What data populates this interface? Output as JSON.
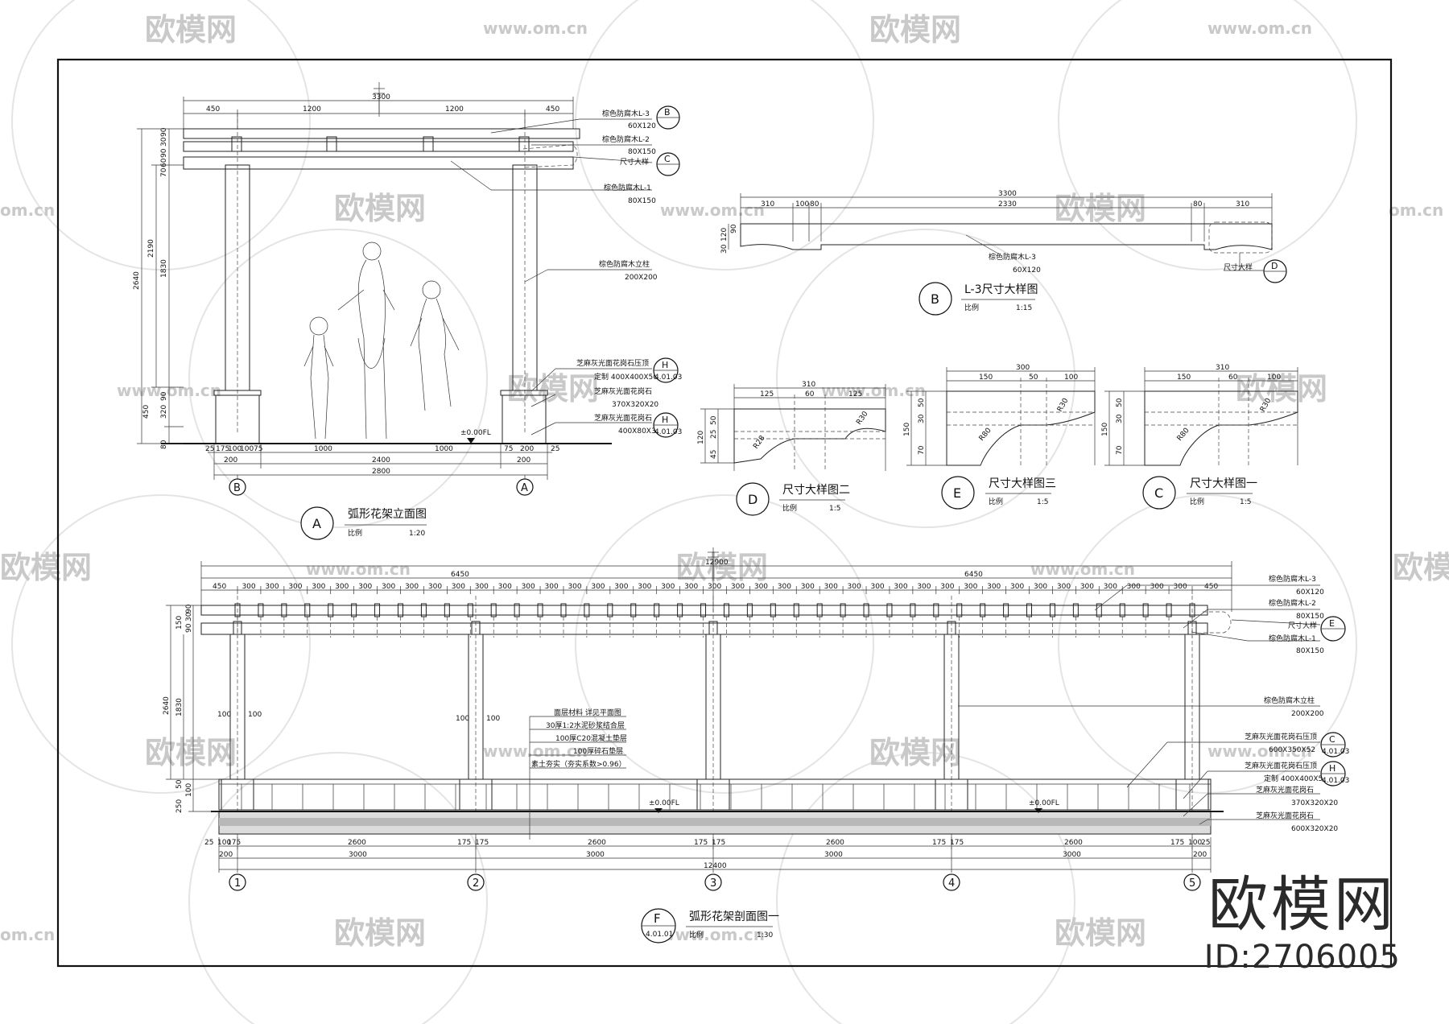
{
  "watermarks": {
    "brand": "欧模网",
    "url": "www.om.cn",
    "url_short": "om.cn"
  },
  "brand_mark": {
    "name": "欧模网",
    "id": "ID:2706005"
  },
  "view_a": {
    "tag": "A",
    "title": "弧形花架立面图",
    "scale_label": "比例",
    "scale": "1:20",
    "dims_top_total": "3300",
    "dims_top": [
      "450",
      "1200",
      "1200",
      "450"
    ],
    "dims_left": [
      "2640",
      "2190",
      "1830",
      "450",
      "320",
      "80"
    ],
    "dims_left_small": [
      "90",
      "30",
      "90",
      "60",
      "70",
      "90"
    ],
    "dims_bottom_detail": [
      "25",
      "175",
      "100",
      "100",
      "75",
      "1000",
      "1000",
      "75",
      "200",
      "25"
    ],
    "dims_bottom_mid": [
      "200",
      "2400",
      "200"
    ],
    "dims_bottom_total": "2800",
    "axis_left": "B",
    "axis_right": "A",
    "level": "±0.00FL",
    "labels": [
      {
        "text": "棕色防腐木L-3",
        "sub": "60X120",
        "tag": "B"
      },
      {
        "text": "棕色防腐木L-2",
        "sub": "80X150"
      },
      {
        "text": "尺寸大样",
        "sub": "",
        "tag": "C"
      },
      {
        "text": "棕色防腐木L-1",
        "sub": "80X150"
      },
      {
        "text": "棕色防腐木立柱",
        "sub": "200X200"
      },
      {
        "text": "芝麻灰光面花岗石压顶",
        "sub": "定制 400X400X50",
        "tag": "H",
        "ref": "4.01.03"
      },
      {
        "text": "芝麻灰光面花岗石",
        "sub": "370X320X20"
      },
      {
        "text": "芝麻灰光面花岗石",
        "sub": "400X80X35",
        "tag": "H",
        "ref": "4.01.03"
      }
    ]
  },
  "view_b": {
    "tag": "B",
    "title": "L-3尺寸大样图",
    "scale_label": "比例",
    "scale": "1:15",
    "dims_top_total": "3300",
    "dims_top": [
      "310",
      "100",
      "80",
      "2330",
      "80",
      "310"
    ],
    "dims_left": [
      "120",
      "30",
      "90"
    ],
    "labels": [
      {
        "text": "棕色防腐木L-3",
        "sub": "60X120"
      },
      {
        "text": "尺寸大样",
        "tag": "D"
      }
    ]
  },
  "view_d": {
    "tag": "D",
    "title": "尺寸大样图二",
    "scale_label": "比例",
    "scale": "1:5",
    "dims_top_total": "310",
    "dims_top": [
      "125",
      "60",
      "125"
    ],
    "dims_left": [
      "120",
      "50",
      "25",
      "45"
    ],
    "radii": [
      "R28",
      "R30"
    ]
  },
  "view_e": {
    "tag": "E",
    "title": "尺寸大样图三",
    "scale_label": "比例",
    "scale": "1:5",
    "dims_top_total": "300",
    "dims_top": [
      "150",
      "50",
      "100"
    ],
    "dims_left": [
      "150",
      "50",
      "30",
      "70"
    ],
    "radii": [
      "R80",
      "R30"
    ]
  },
  "view_c": {
    "tag": "C",
    "title": "尺寸大样图一",
    "scale_label": "比例",
    "scale": "1:5",
    "dims_top_total": "310",
    "dims_top": [
      "150",
      "60",
      "100"
    ],
    "dims_left": [
      "150",
      "50",
      "30",
      "70"
    ],
    "radii": [
      "R80",
      "R30"
    ]
  },
  "view_f": {
    "tag": "F",
    "ref": "4.01.01",
    "title": "弧形花架剖面图一",
    "scale_label": "比例",
    "scale": "1:30",
    "dims_top_total": "12900",
    "dims_top_half": [
      "6450",
      "6450"
    ],
    "dims_top_end": "450",
    "dims_top_unit": "300",
    "dims_left": [
      "2640",
      "1830",
      "150",
      "90",
      "30",
      "90",
      "50",
      "100",
      "250"
    ],
    "dims_post": [
      "100",
      "100"
    ],
    "dims_bottom_detail": [
      "25",
      "100",
      "175",
      "2600",
      "175",
      "175",
      "2600",
      "175",
      "175",
      "2600",
      "175",
      "175",
      "2600",
      "175",
      "100",
      "25"
    ],
    "dims_bottom_mid": [
      "200",
      "3000",
      "3000",
      "3000",
      "3000",
      "200"
    ],
    "dims_bottom_total": "12400",
    "axes": [
      "1",
      "2",
      "3",
      "4",
      "5"
    ],
    "levels": [
      "±0.00FL",
      "±0.00FL"
    ],
    "layers": [
      "面层材料 详见平面图",
      "30厚1:2水泥砂浆结合层",
      "100厚C20混凝土垫层",
      "100厚碎石垫层",
      "素土夯实（夯实系数>0.96）"
    ],
    "labels": [
      {
        "text": "棕色防腐木L-3",
        "sub": "60X120"
      },
      {
        "text": "棕色防腐木L-2",
        "sub": "80X150"
      },
      {
        "text": "尺寸大样",
        "tag": "E"
      },
      {
        "text": "棕色防腐木L-1",
        "sub": "80X150"
      },
      {
        "text": "棕色防腐木立柱",
        "sub": "200X200"
      },
      {
        "text": "芝麻灰光面花岗石压顶",
        "sub": "600X350X52",
        "tag": "C",
        "ref": "4.01.03"
      },
      {
        "text": "芝麻灰光面花岗石压顶",
        "sub": "定制 400X400X50",
        "tag": "H",
        "ref": "4.01.03"
      },
      {
        "text": "芝麻灰光面花岗石",
        "sub": "370X320X20"
      },
      {
        "text": "芝麻灰光面花岗石",
        "sub": "600X320X20"
      }
    ]
  }
}
